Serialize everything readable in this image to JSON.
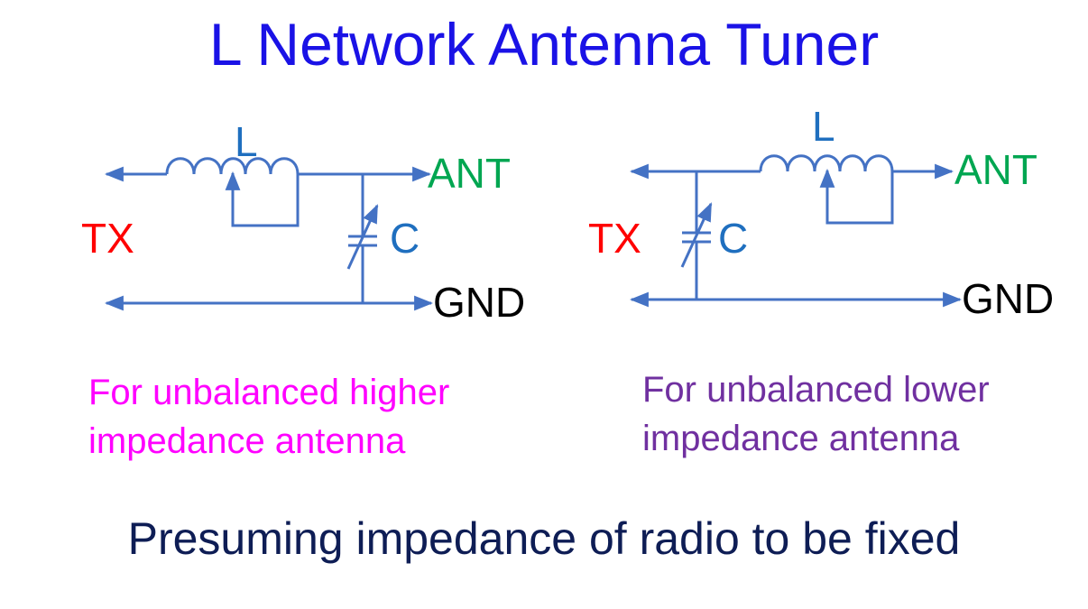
{
  "title": "L Network Antenna Tuner",
  "left_circuit": {
    "inductor_label": "L",
    "capacitor_label": "C",
    "tx_label": "TX",
    "ant_label": "ANT",
    "gnd_label": "GND",
    "caption": "For unbalanced higher impedance antenna"
  },
  "right_circuit": {
    "inductor_label": "L",
    "capacitor_label": "C",
    "tx_label": "TX",
    "ant_label": "ANT",
    "gnd_label": "GND",
    "caption": "For unbalanced lower impedance antenna"
  },
  "footer": "Presuming impedance of radio to be fixed",
  "colors": {
    "title": "#1a12e6",
    "wire": "#4472c4",
    "tx": "#ff0000",
    "ant": "#00a651",
    "gnd": "#000000",
    "component": "#1f6fbf",
    "caption_left": "#ff00ff",
    "caption_right": "#7030a0",
    "footer": "#0e1d55"
  }
}
